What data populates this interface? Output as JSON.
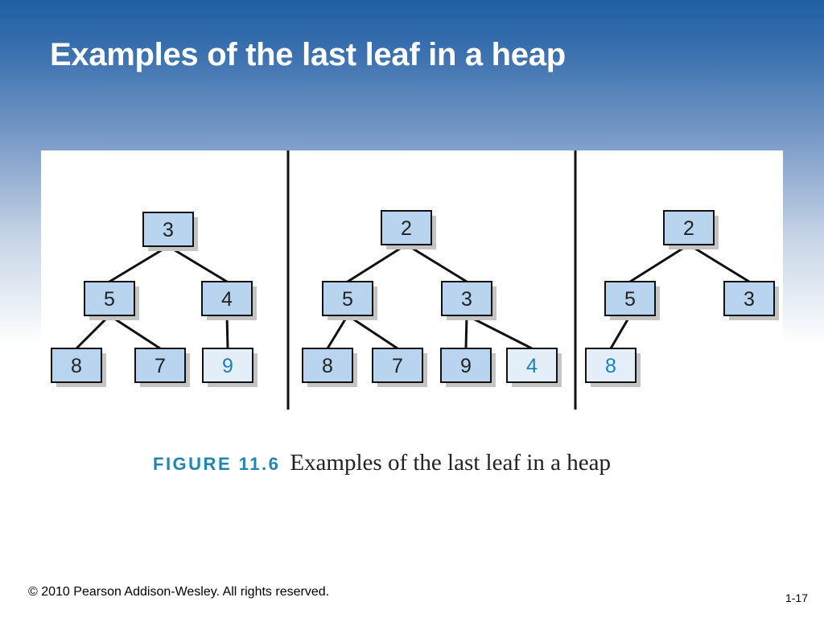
{
  "slide": {
    "title": "Examples of the last leaf in a heap",
    "copyright": "© 2010 Pearson Addison-Wesley. All rights reserved.",
    "page_number": "1-17"
  },
  "figure": {
    "number": "FIGURE 11.6",
    "caption": "Examples of the last leaf in a heap",
    "colors": {
      "node_fill": "#b9d4ee",
      "last_leaf_fill": "#e3eef8",
      "last_leaf_text": "#1a7fc0",
      "node_text": "#222222",
      "edge": "#111111",
      "divider": "#111111"
    },
    "heaps": [
      {
        "nodes": [
          {
            "id": "a",
            "label": "3"
          },
          {
            "id": "b",
            "label": "5"
          },
          {
            "id": "c",
            "label": "4"
          },
          {
            "id": "d",
            "label": "8"
          },
          {
            "id": "e",
            "label": "7"
          },
          {
            "id": "f",
            "label": "9",
            "last_leaf": true
          }
        ],
        "edges": [
          [
            "a",
            "b"
          ],
          [
            "a",
            "c"
          ],
          [
            "b",
            "d"
          ],
          [
            "b",
            "e"
          ],
          [
            "c",
            "f"
          ]
        ]
      },
      {
        "nodes": [
          {
            "id": "a",
            "label": "2"
          },
          {
            "id": "b",
            "label": "5"
          },
          {
            "id": "c",
            "label": "3"
          },
          {
            "id": "d",
            "label": "8"
          },
          {
            "id": "e",
            "label": "7"
          },
          {
            "id": "f",
            "label": "9"
          },
          {
            "id": "g",
            "label": "4",
            "last_leaf": true
          }
        ],
        "edges": [
          [
            "a",
            "b"
          ],
          [
            "a",
            "c"
          ],
          [
            "b",
            "d"
          ],
          [
            "b",
            "e"
          ],
          [
            "c",
            "f"
          ],
          [
            "c",
            "g"
          ]
        ]
      },
      {
        "nodes": [
          {
            "id": "a",
            "label": "2"
          },
          {
            "id": "b",
            "label": "5"
          },
          {
            "id": "c",
            "label": "3"
          },
          {
            "id": "d",
            "label": "8",
            "last_leaf": true
          }
        ],
        "edges": [
          [
            "a",
            "b"
          ],
          [
            "a",
            "c"
          ],
          [
            "b",
            "d"
          ]
        ]
      }
    ]
  }
}
